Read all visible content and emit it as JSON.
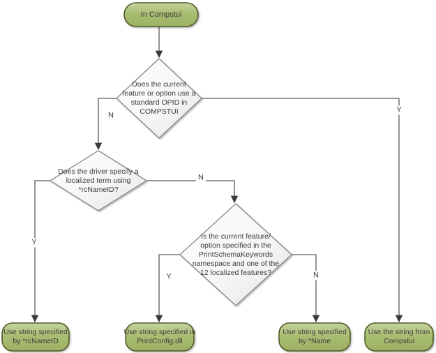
{
  "flowchart": {
    "start": {
      "label": "In Compstui"
    },
    "decisions": [
      {
        "id": "d1",
        "text": "Does the current feature or option use a standard OPID in COMPSTUI"
      },
      {
        "id": "d2",
        "text": "Does the driver specify a localized term using *rcNameID?"
      },
      {
        "id": "d3",
        "text": "Is the current feature/ option specified in the PrintSchemaKeywords namespace and one of the 12 localized features?"
      }
    ],
    "terminals": [
      {
        "id": "t1",
        "text": "Use string specified by *rcNameID"
      },
      {
        "id": "t2",
        "text": "Use string specified in PrintConfig.dll"
      },
      {
        "id": "t3",
        "text": "Use string specified by *Name"
      },
      {
        "id": "t4",
        "text": "Use the string from Compstui"
      }
    ],
    "edges": [
      {
        "from": "start",
        "to": "d1",
        "label": ""
      },
      {
        "from": "d1",
        "to": "d2",
        "label": "N"
      },
      {
        "from": "d1",
        "to": "t4",
        "label": "Y"
      },
      {
        "from": "d2",
        "to": "t1",
        "label": "Y"
      },
      {
        "from": "d2",
        "to": "d3",
        "label": "N"
      },
      {
        "from": "d3",
        "to": "t2",
        "label": "Y"
      },
      {
        "from": "d3",
        "to": "t3",
        "label": "N"
      }
    ],
    "colors": {
      "terminal_fill_light": "#c6d4a0",
      "terminal_fill": "#a9bd72",
      "terminal_fill_dark": "#9cb163",
      "terminal_border": "#4f5a26",
      "decision_fill": "#ffffff",
      "decision_fill_dark": "#e2e2e2",
      "decision_border": "#7f7f7f",
      "connector": "#595959",
      "arrowhead": "#3a3a3a",
      "text": "#3b3b3b",
      "canvas_bg": "#ffffff"
    }
  }
}
